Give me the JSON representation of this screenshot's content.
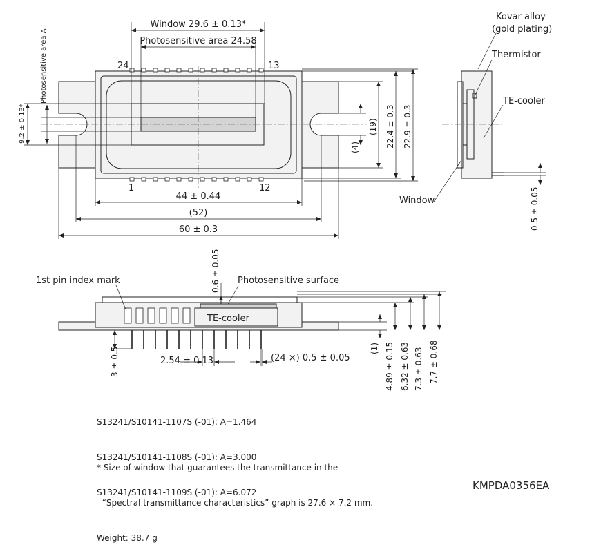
{
  "top_view": {
    "window_dim": "Window 29.6 ± 0.13*",
    "photosensitive_dim": "Photosensitive area 24.58",
    "photosensitive_area_label": "Photosensitive area A",
    "left_dim": "9.2 ± 0.13*",
    "pin_24": "24",
    "pin_13": "13",
    "pin_1": "1",
    "pin_12": "12",
    "dim_44": "44 ± 0.44",
    "dim_52": "(52)",
    "dim_60": "60 ± 0.3",
    "dim_4": "(4)",
    "dim_19": "(19)",
    "dim_22_4": "22.4 ± 0.3",
    "dim_22_9": "22.9 ± 0.3"
  },
  "side_view": {
    "kovar_line1": "Kovar alloy",
    "kovar_line2": "(gold plating)",
    "thermistor": "Thermistor",
    "te_cooler": "TE-cooler",
    "window": "Window",
    "dim_0_5": "0.5 ± 0.05"
  },
  "front_view": {
    "dim_0_6": "0.6 ± 0.05",
    "index_mark": "1st pin index mark",
    "photosensitive_surface": "Photosensitive surface",
    "te_cooler": "TE-cooler",
    "dim_3": "3 ± 0.5",
    "pitch": "2.54 ± 0.13",
    "pin_width": "(24 ×) 0.5 ± 0.05",
    "dim_1": "(1)",
    "dim_4_89": "4.89 ± 0.15",
    "dim_6_32": "6.32 ± 0.63",
    "dim_7_3": "7.3 ± 0.63",
    "dim_7_7": "7.7 ± 0.68"
  },
  "models": [
    "S13241/S10141-1107S (-01): A=1.464",
    "S13241/S10141-1108S (-01): A=3.000",
    "S13241/S10141-1109S (-01): A=6.072"
  ],
  "footnote": {
    "line1": "* Size of window that guarantees the transmittance in the",
    "line2": "  “Spectral transmittance characteristics” graph is 27.6 × 7.2 mm.",
    "weight": "Weight: 38.7 g"
  },
  "drawing_code": "KMPDA0356EA"
}
